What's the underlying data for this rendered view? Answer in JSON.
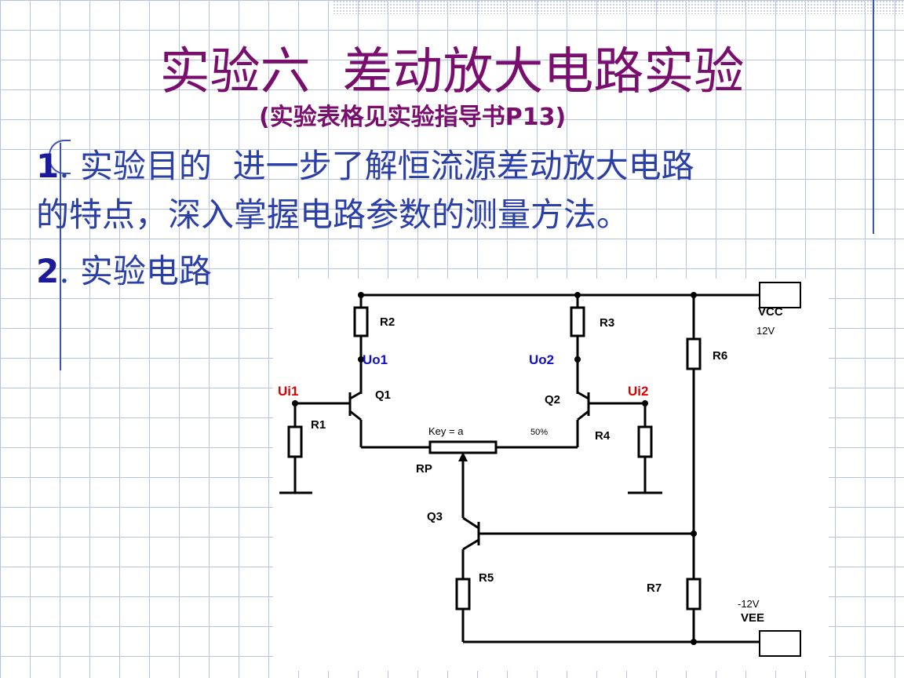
{
  "slide": {
    "title": "实验六  差动放大电路实验",
    "subtitle": "(实验表格见实验指导书P13)",
    "item1": {
      "number": "1",
      "line1": ". 实验目的  进一步了解恒流源差动放大电路",
      "line2": "的特点，深入掌握电路参数的测量方法。"
    },
    "item2": {
      "number": "2",
      "text": ". 实验电路"
    }
  },
  "circuit": {
    "labels": {
      "r1": "R1",
      "r2": "R2",
      "r3": "R3",
      "r4": "R4",
      "r5": "R5",
      "r6": "R6",
      "r7": "R7",
      "q1": "Q1",
      "q2": "Q2",
      "q3": "Q3",
      "rp": "RP",
      "uo1": "Uo1",
      "uo2": "Uo2",
      "ui1": "Ui1",
      "ui2": "Ui2",
      "key": "Key = a",
      "pct": "50%",
      "vcc": "VCC",
      "vcc_v": "12V",
      "vee": "VEE",
      "vee_v": "-12V"
    },
    "colors": {
      "input": "#e00000",
      "output": "#1010d0",
      "wire": "#000000"
    }
  }
}
